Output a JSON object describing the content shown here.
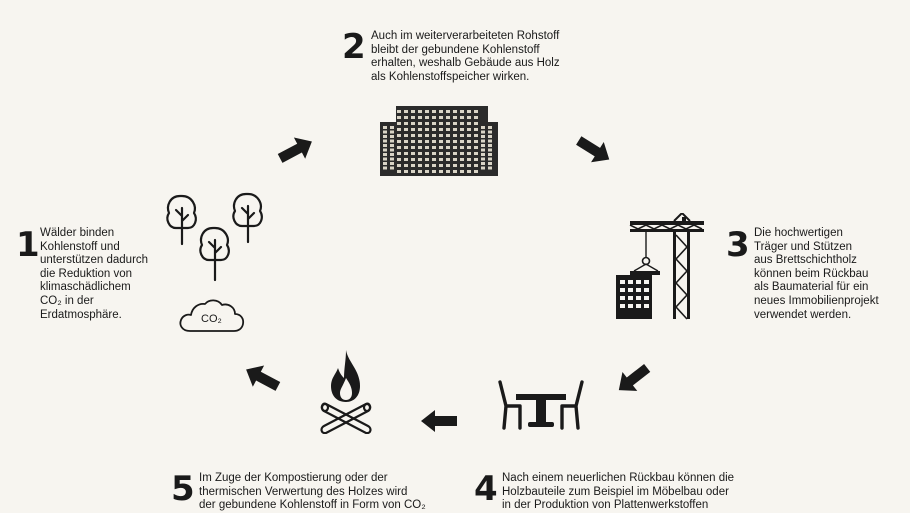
{
  "steps": [
    {
      "number": "1",
      "lines": [
        "Wälder binden",
        "Kohlenstoff und",
        "unterstützen dadurch",
        "die Reduktion von",
        "klimaschädlichem",
        "CO₂ in der",
        "Erdatmosphäre."
      ]
    },
    {
      "number": "2",
      "lines": [
        "Auch im weiterverarbeiteten Rohstoff",
        "bleibt der gebundene Kohlenstoff",
        "erhalten, weshalb Gebäude aus Holz",
        "als Kohlenstoffspeicher wirken."
      ]
    },
    {
      "number": "3",
      "lines": [
        "Die hochwertigen",
        "Träger und Stützen",
        "aus Brettschichtholz",
        "können beim Rückbau",
        "als Baumaterial für ein",
        "neues Immobilienprojekt",
        "verwendet werden."
      ]
    },
    {
      "number": "4",
      "lines": [
        "Nach einem neuerlichen Rückbau können die",
        "Holzbauteile zum Beispiel im Möbelbau oder",
        "in der Produktion von Plattenwerkstoffen"
      ]
    },
    {
      "number": "5",
      "lines": [
        "Im Zuge der Kompostierung oder der",
        "thermischen Verwertung des Holzes wird",
        "der gebundene Kohlenstoff in Form von CO₂"
      ]
    }
  ],
  "icons": {
    "cloud_label": "CO₂"
  },
  "colors": {
    "background": "#f7f5f0",
    "ink": "#1a1a1a",
    "building": "#2b2b2b",
    "building_window": "#d9d4c6"
  }
}
